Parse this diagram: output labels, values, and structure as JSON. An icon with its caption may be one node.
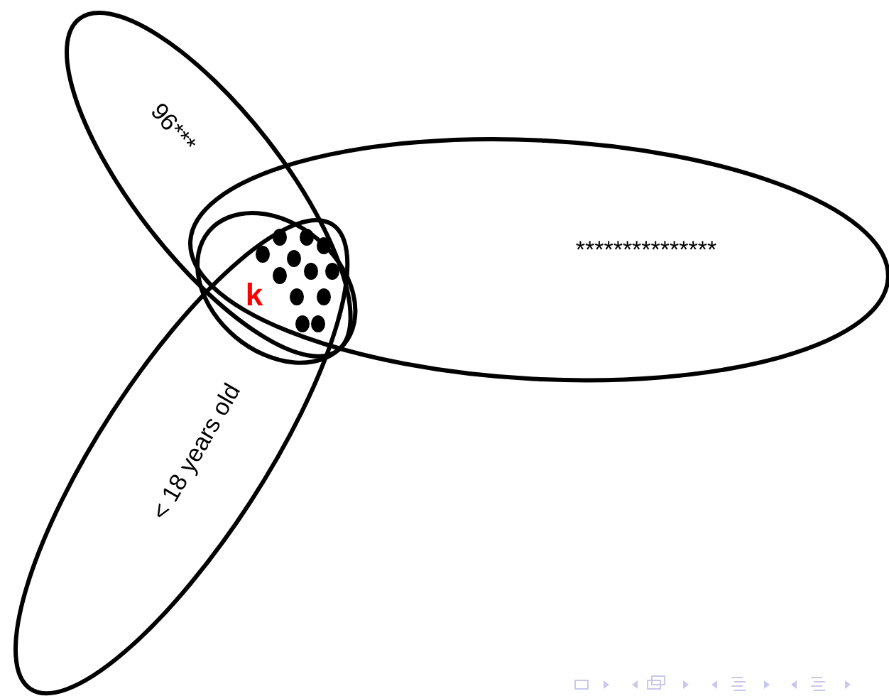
{
  "diagram": {
    "nodes": [
      {
        "text": [
          "96***"
        ]
      },
      {
        "text": [
          "***************"
        ]
      },
      {
        "text": [
          "< 18 years old"
        ]
      },
      {
        "text": [
          "k"
        ],
        "in": 1
      }
    ]
  }
}
